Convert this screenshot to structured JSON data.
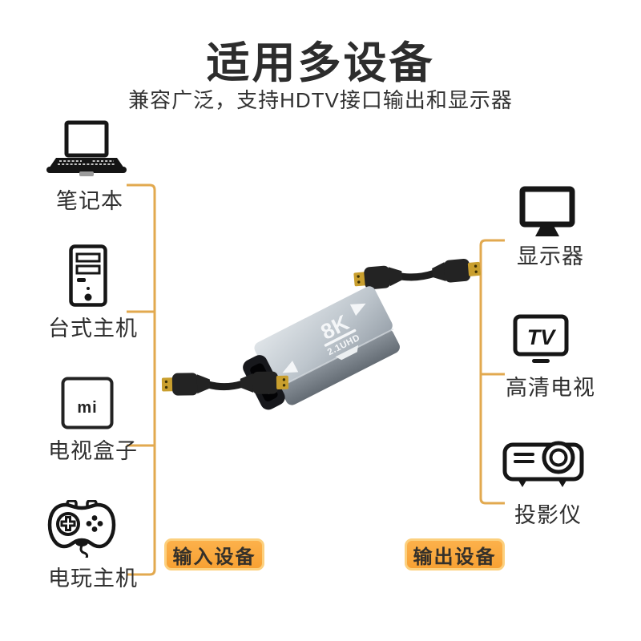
{
  "header": {
    "title": "适用多设备",
    "subtitle": "兼容广泛，支持HDTV接口输出和显示器"
  },
  "input_group": {
    "badge_label": "输入设备",
    "devices": [
      {
        "label": "笔记本",
        "icon": "laptop-icon"
      },
      {
        "label": "台式主机",
        "icon": "desktop-tower-icon"
      },
      {
        "label": "电视盒子",
        "icon": "tv-box-icon",
        "logo": "mi"
      },
      {
        "label": "电玩主机",
        "icon": "gamepad-icon"
      }
    ]
  },
  "output_group": {
    "badge_label": "输出设备",
    "devices": [
      {
        "label": "显示器",
        "icon": "monitor-icon"
      },
      {
        "label": "高清电视",
        "icon": "hdtv-icon",
        "logo": "TV"
      },
      {
        "label": "投影仪",
        "icon": "projector-icon"
      }
    ]
  },
  "product": {
    "description": "8K HDMI female-to-female adapter coupler with two HDMI cables",
    "top_marking": "8K",
    "sub_marking": "2.1UHD",
    "marking_icon": "hdmi-logo"
  },
  "colors": {
    "accent_line": "#e2a94f",
    "badge_fill": "#f7a63a",
    "badge_border": "#fcd07e",
    "badge_text": "#34302a",
    "text": "#2f2f2f",
    "adapter_body": "#b9c1ca",
    "connector_gold": "#c99f2e"
  }
}
